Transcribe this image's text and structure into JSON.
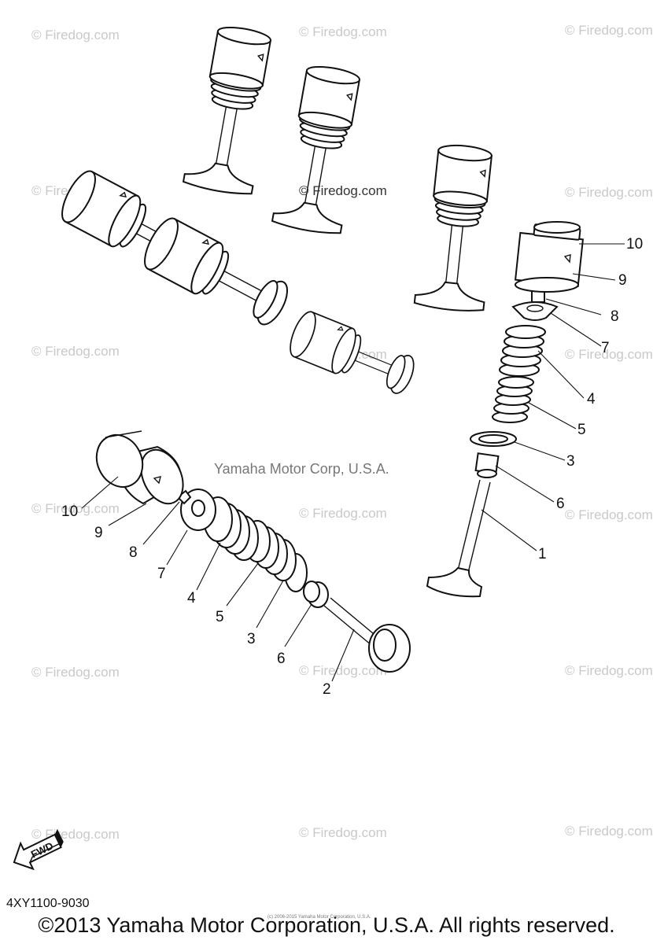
{
  "watermark": {
    "text": "© Firedog.com"
  },
  "overlay": {
    "firedog_label": "© Firedog.com",
    "center_label": "Yamaha Motor Corp, U.S.A."
  },
  "callouts": {
    "c1": "1",
    "c2": "2",
    "c3": "3",
    "c4": "4",
    "c5": "5",
    "c6": "6",
    "c7": "7",
    "c8": "8",
    "c9": "9",
    "c10": "10"
  },
  "fwd_label": "FWD",
  "part_number": "4XY1100-9030",
  "copyright": "©2013 Yamaha Motor Corporation, U.S.A. All rights reserved.",
  "tiny_credit": "(c) 2006-2015 Yamaha Motor Corporation, U.S.A."
}
